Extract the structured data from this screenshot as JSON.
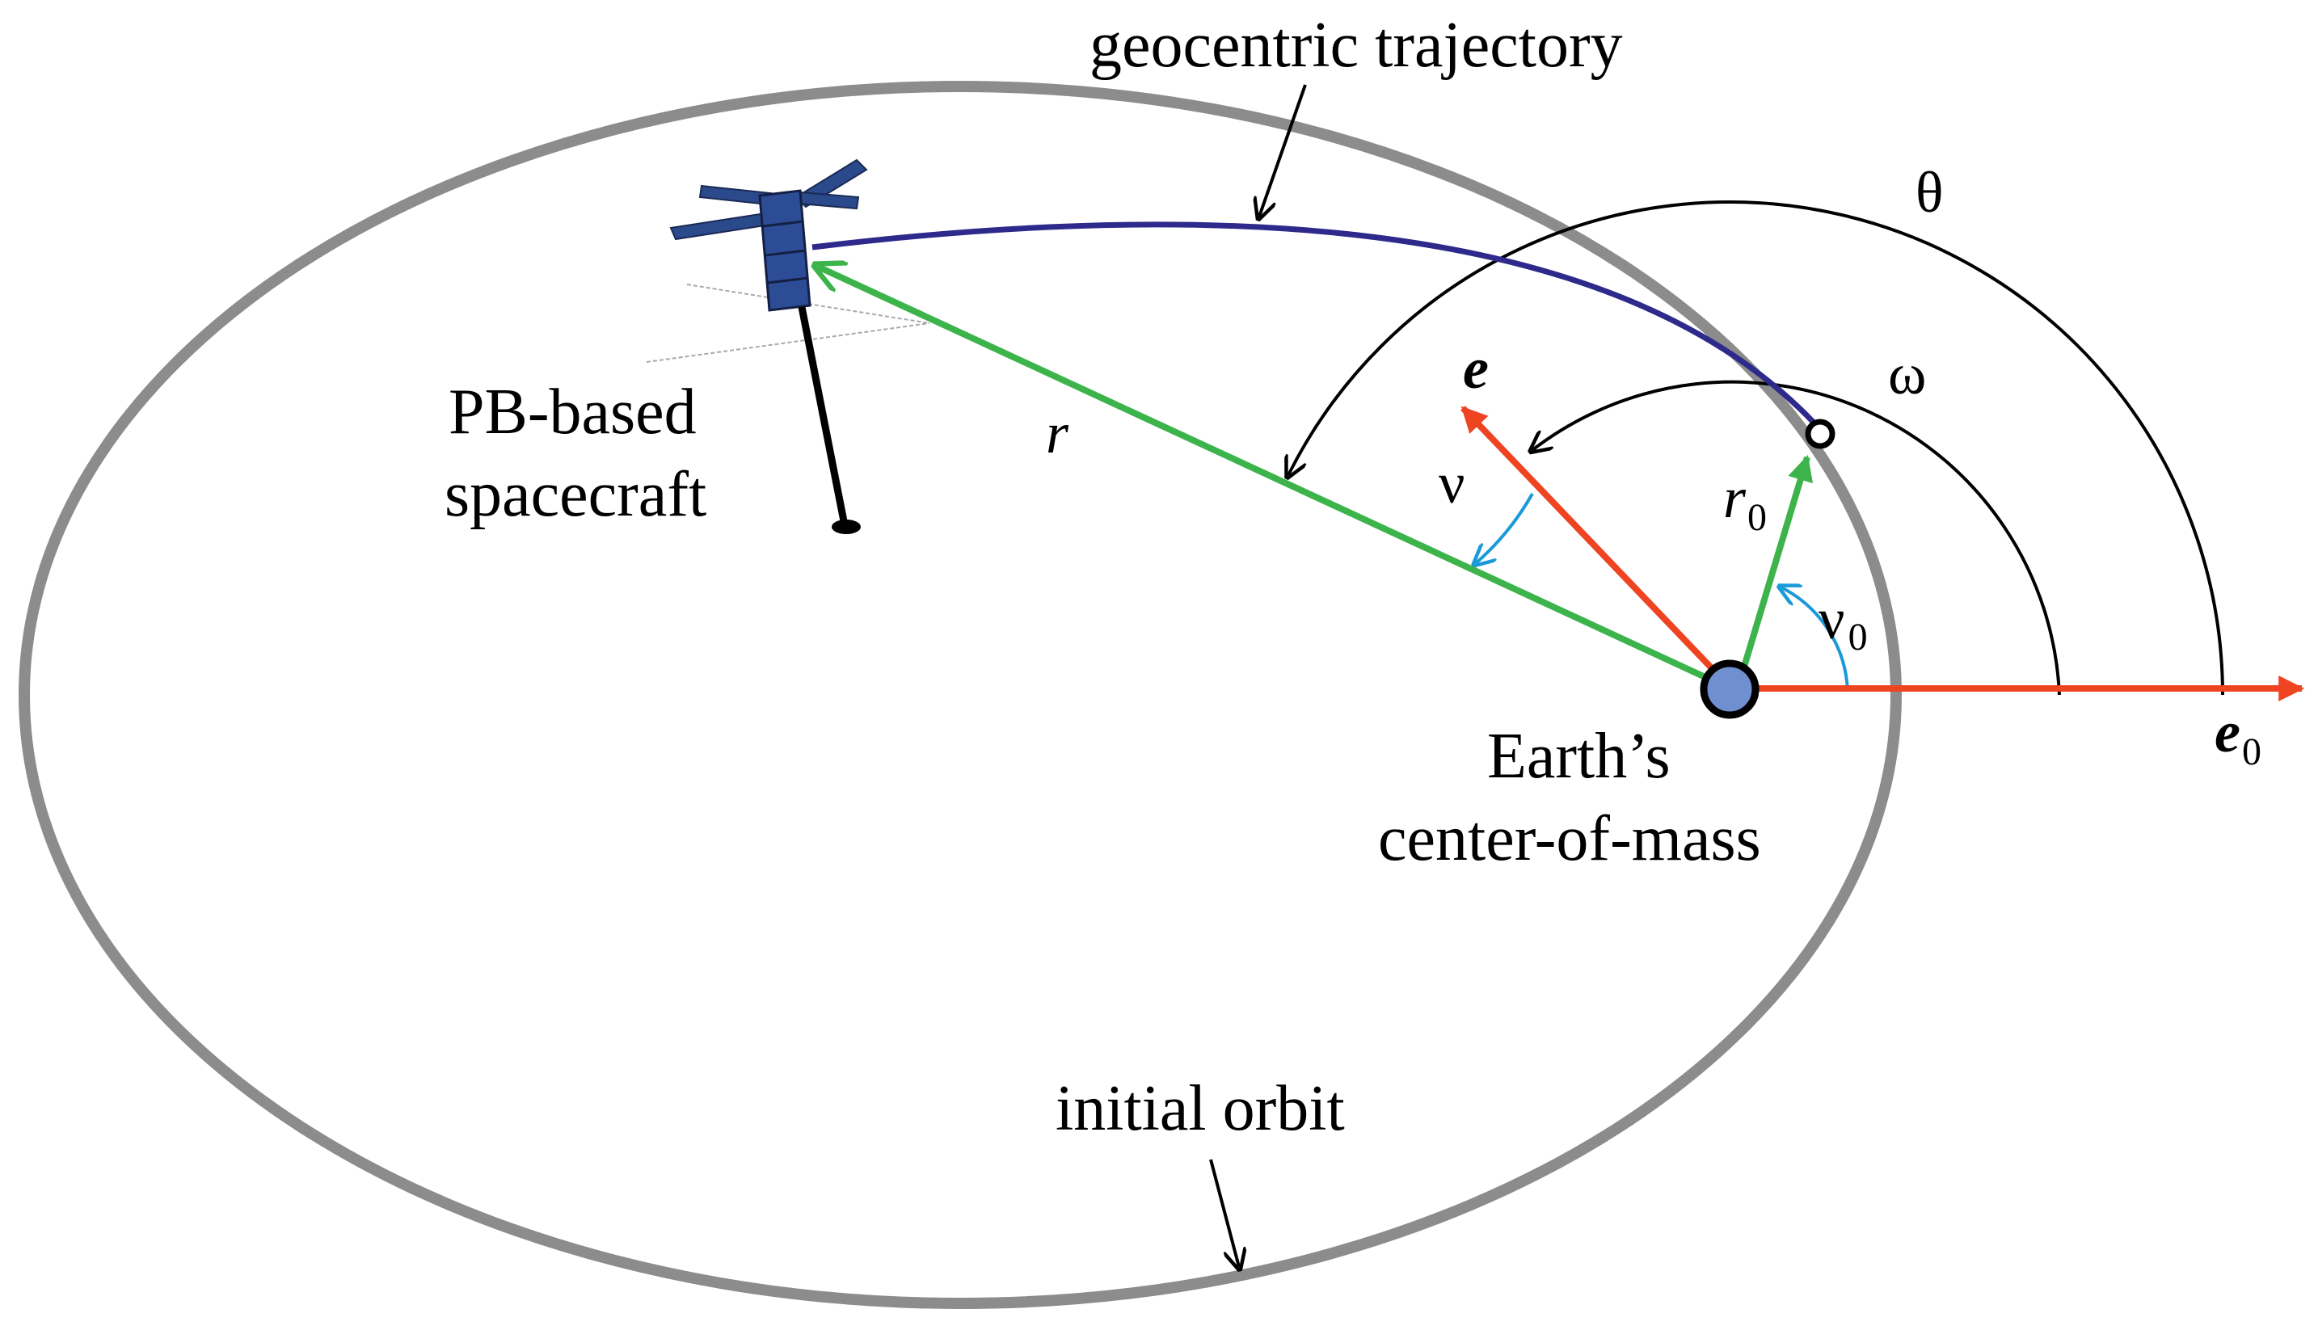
{
  "labels": {
    "geocentric_trajectory": "geocentric trajectory",
    "initial_orbit": "initial orbit",
    "spacecraft_line1": "PB-based",
    "spacecraft_line2": "spacecraft",
    "earth_line1": "Earth’s",
    "earth_line2": "center-of-mass",
    "theta": "θ",
    "omega": "ω",
    "nu": "ν",
    "nu0": "ν",
    "nu0_sub": "0",
    "r": "r",
    "r0": "r",
    "r0_sub": "0",
    "e": "e",
    "e0": "e",
    "e0_sub": "0"
  },
  "colors": {
    "orbit": "#8c8c8c",
    "trajectory": "#2e2a8c",
    "radius_vector": "#3cb44b",
    "eccentricity_vector": "#ee4422",
    "true_anomaly_arc": "#1a9ad8",
    "angle_arc": "#000000",
    "earth_fill": "#6f8fd0",
    "panel": "#2a4a8c"
  }
}
